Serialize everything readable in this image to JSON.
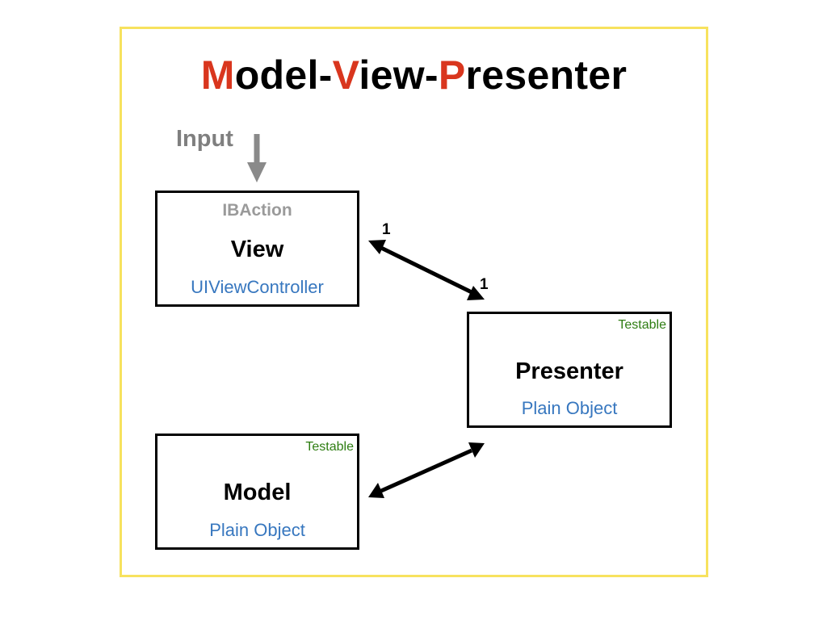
{
  "title": {
    "parts": [
      {
        "text": "M",
        "accent": true
      },
      {
        "text": "odel-",
        "accent": false
      },
      {
        "text": "V",
        "accent": true
      },
      {
        "text": "iew-",
        "accent": false
      },
      {
        "text": "P",
        "accent": true
      },
      {
        "text": "resenter",
        "accent": false
      }
    ]
  },
  "input": {
    "label": "Input"
  },
  "view": {
    "top_label": "IBAction",
    "name": "View",
    "type": "UIViewController"
  },
  "presenter": {
    "badge": "Testable",
    "name": "Presenter",
    "type": "Plain Object"
  },
  "model": {
    "badge": "Testable",
    "name": "Model",
    "type": "Plain Object"
  },
  "relations": {
    "view_presenter": {
      "view_end": "1",
      "presenter_end": "1"
    }
  },
  "colors": {
    "accent": "#d9361e",
    "frame": "#f7e25e",
    "type_text": "#3777bf",
    "testable_text": "#2e7d12",
    "muted": "#7f7f7f"
  }
}
